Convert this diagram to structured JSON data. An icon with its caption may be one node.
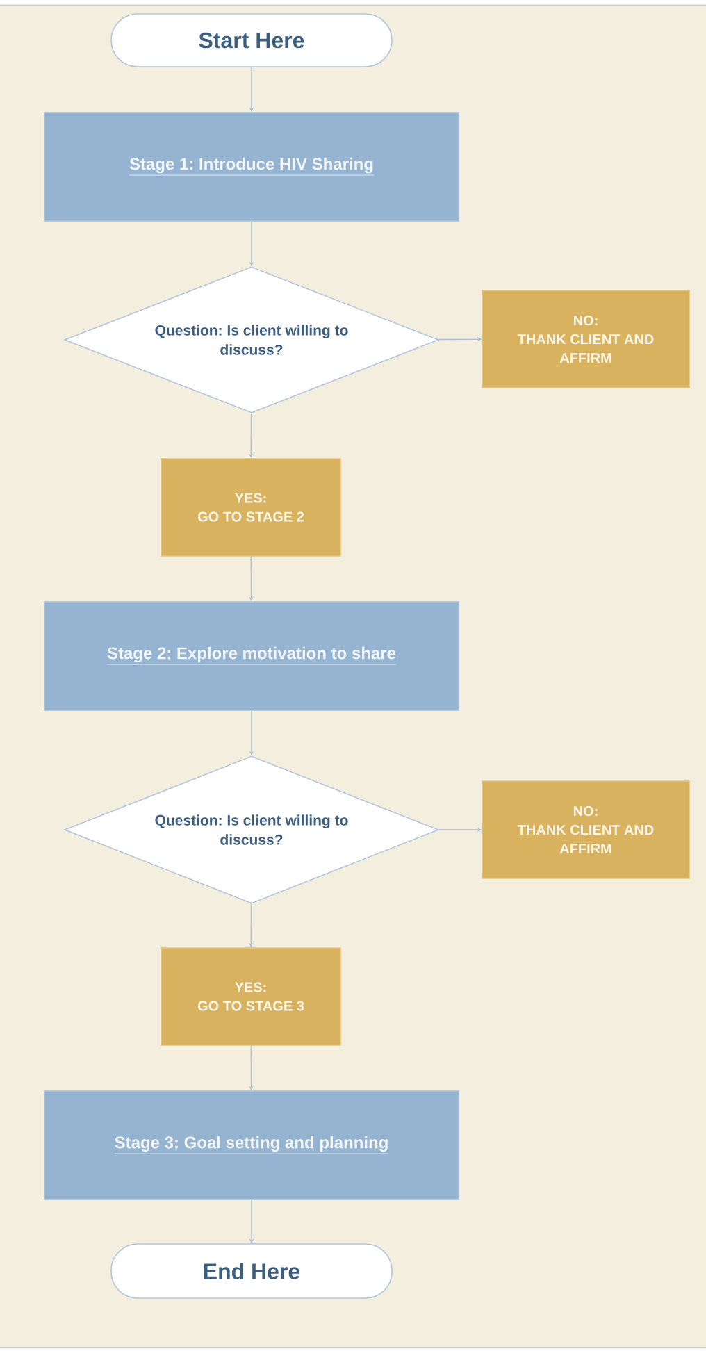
{
  "diagram": {
    "nodes": [
      {
        "text": [
          "Start Here"
        ]
      },
      {
        "text": [
          "Stage 1: Introduce HIV Sharing"
        ]
      },
      {
        "text": [
          "Question: Is client willing to discuss?"
        ]
      },
      {
        "text": [
          "NO:",
          "THANK CLIENT AND AFFIRM"
        ]
      },
      {
        "text": [
          "YES:",
          "GO TO STAGE 2"
        ]
      },
      {
        "text": [
          "Stage 2: Explore motivation to share"
        ]
      },
      {
        "text": [
          "Question: Is client willing to discuss?"
        ]
      },
      {
        "text": [
          "NO:",
          "THANK CLIENT AND AFFIRM"
        ]
      },
      {
        "text": [
          "YES:",
          "GO TO STAGE 3"
        ]
      },
      {
        "text": [
          "Stage 3: Goal setting and planning"
        ]
      },
      {
        "text": [
          "End Here"
        ]
      }
    ],
    "edges": [
      {
        "from": 0,
        "to": 1,
        "arrow": "to"
      },
      {
        "from": 1,
        "to": 2,
        "arrow": "to"
      },
      {
        "from": 2,
        "to": 3,
        "arrow": "to"
      },
      {
        "from": 2,
        "to": 4,
        "arrow": "to"
      },
      {
        "from": 4,
        "to": 5,
        "arrow": "to"
      },
      {
        "from": 5,
        "to": 6,
        "arrow": "to"
      },
      {
        "from": 6,
        "to": 7,
        "arrow": "to"
      },
      {
        "from": 6,
        "to": 8,
        "arrow": "to"
      },
      {
        "from": 8,
        "to": 9,
        "arrow": "to"
      },
      {
        "from": 9,
        "to": 10,
        "arrow": "to"
      }
    ]
  }
}
